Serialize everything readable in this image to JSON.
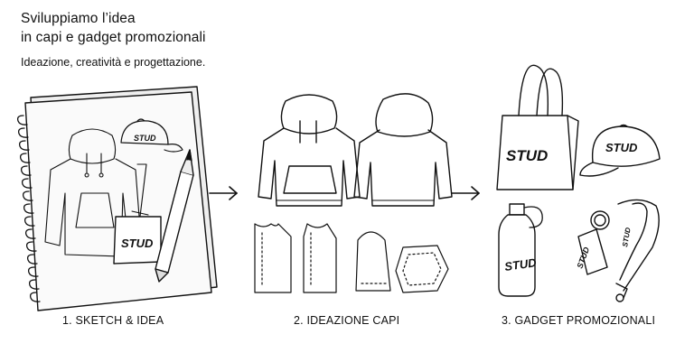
{
  "header": {
    "title_line1": "Sviluppiamo l’idea",
    "title_line2": "in capi e gadget promozionali",
    "subtitle": "Ideazione, creatività e progettazione."
  },
  "brand": {
    "logo_text": "STUD"
  },
  "steps": [
    {
      "label": "1. SKETCH & IDEA"
    },
    {
      "label": "2. IDEAZIONE CAPI"
    },
    {
      "label": "3. GADGET PROMOZIONALI"
    }
  ],
  "colors": {
    "ink": "#111111",
    "background": "#ffffff",
    "paper": "#f7f7f7"
  },
  "icons": [
    "arrow-right-icon",
    "arrow-right-icon"
  ]
}
